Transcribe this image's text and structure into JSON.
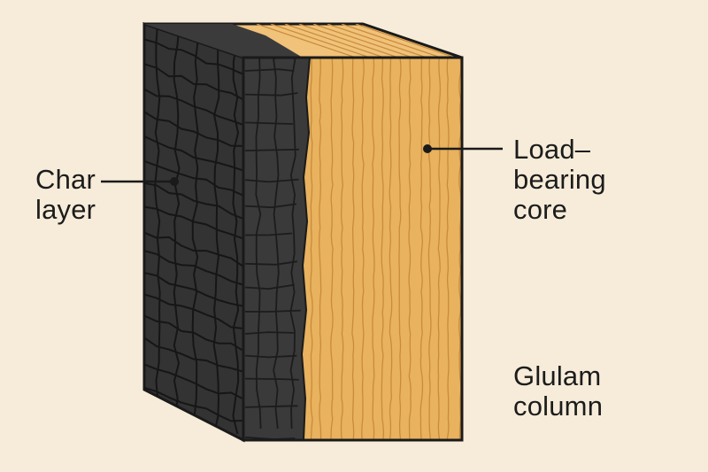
{
  "labels": {
    "char_layer": {
      "line1": "Char",
      "line2": "layer"
    },
    "load_bearing_core": {
      "line1": "Load–",
      "line2": "bearing",
      "line3": "core"
    },
    "glulam_column": {
      "line1": "Glulam",
      "line2": "column"
    }
  },
  "colors": {
    "background": "#f6ecd9",
    "char": "#3a3a3a",
    "char_dark": "#262626",
    "wood": "#e8b25f",
    "wood_top": "#f0c27a",
    "grain": "#c98b3a",
    "outline": "#1a1a1a"
  }
}
